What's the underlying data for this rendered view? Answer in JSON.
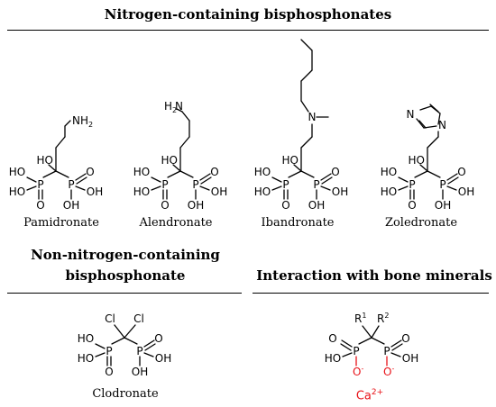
{
  "sections": {
    "n_containing": "Nitrogen-containing bisphosphonates",
    "non_n_line1": "Non-nitrogen-containing",
    "non_n_line2": "bisphosphonate",
    "interaction": "Interaction with bone minerals"
  },
  "compounds": {
    "pamidronate": "Pamidronate",
    "alendronate": "Alendronate",
    "ibandronate": "Ibandronate",
    "zoledronate": "Zoledronate",
    "clodronate": "Clodronate"
  },
  "labels": {
    "nh2": "NH",
    "h2n": "H",
    "n": "N",
    "ho": "HO",
    "oh": "OH",
    "o": "O",
    "p": "P",
    "cl": "Cl",
    "r1": "R",
    "r2": "R",
    "sup1": "1",
    "sup2": "2",
    "sub2": "2",
    "sub2b": "2",
    "ominus": "O",
    "minus": "-",
    "ca": "Ca",
    "ca_charge": "2+"
  },
  "colors": {
    "ink": "#000000",
    "anion": "#e8141a"
  }
}
